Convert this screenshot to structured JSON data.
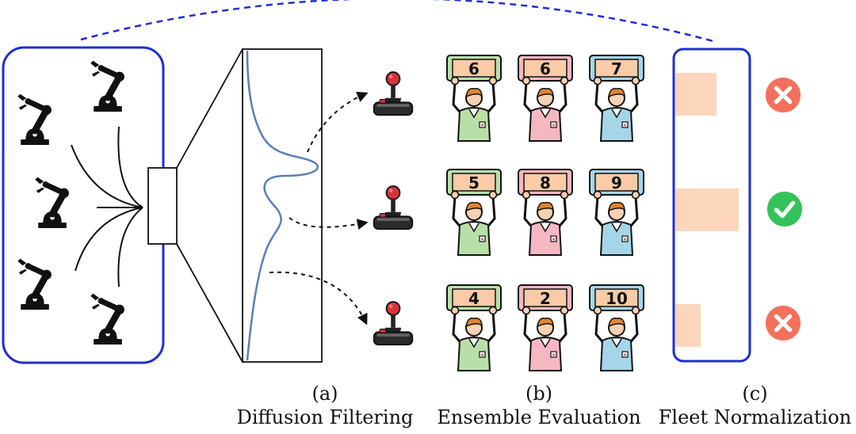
{
  "captions": {
    "a": {
      "tag": "(a)",
      "title": "Diffusion Filtering"
    },
    "b": {
      "tag": "(b)",
      "title": "Ensemble Evaluation"
    },
    "c": {
      "tag": "(c)",
      "title": "Fleet Normalization"
    }
  },
  "scores": [
    [
      "6",
      "6",
      "7"
    ],
    [
      "5",
      "8",
      "9"
    ],
    [
      "4",
      "2",
      "10"
    ]
  ],
  "evaluator_colors": [
    "#b9dfa9",
    "#f5b8c3",
    "#a5d6e8"
  ],
  "card_color": "#f9cba7",
  "normalized_levels": [
    0.65,
    1.0,
    0.4
  ],
  "decisions": [
    "reject",
    "accept",
    "reject"
  ],
  "colors": {
    "frame": "#1f2fd0",
    "reject": "#f4705a",
    "accept": "#34c35a",
    "curve": "#5a7fb5",
    "bar": "#fbd6bd"
  },
  "icons": {
    "robot": "robot-arm-icon",
    "action": "joystick-icon",
    "evaluator": "evaluator-person-icon",
    "reject": "x-circle-icon",
    "accept": "check-circle-icon"
  }
}
